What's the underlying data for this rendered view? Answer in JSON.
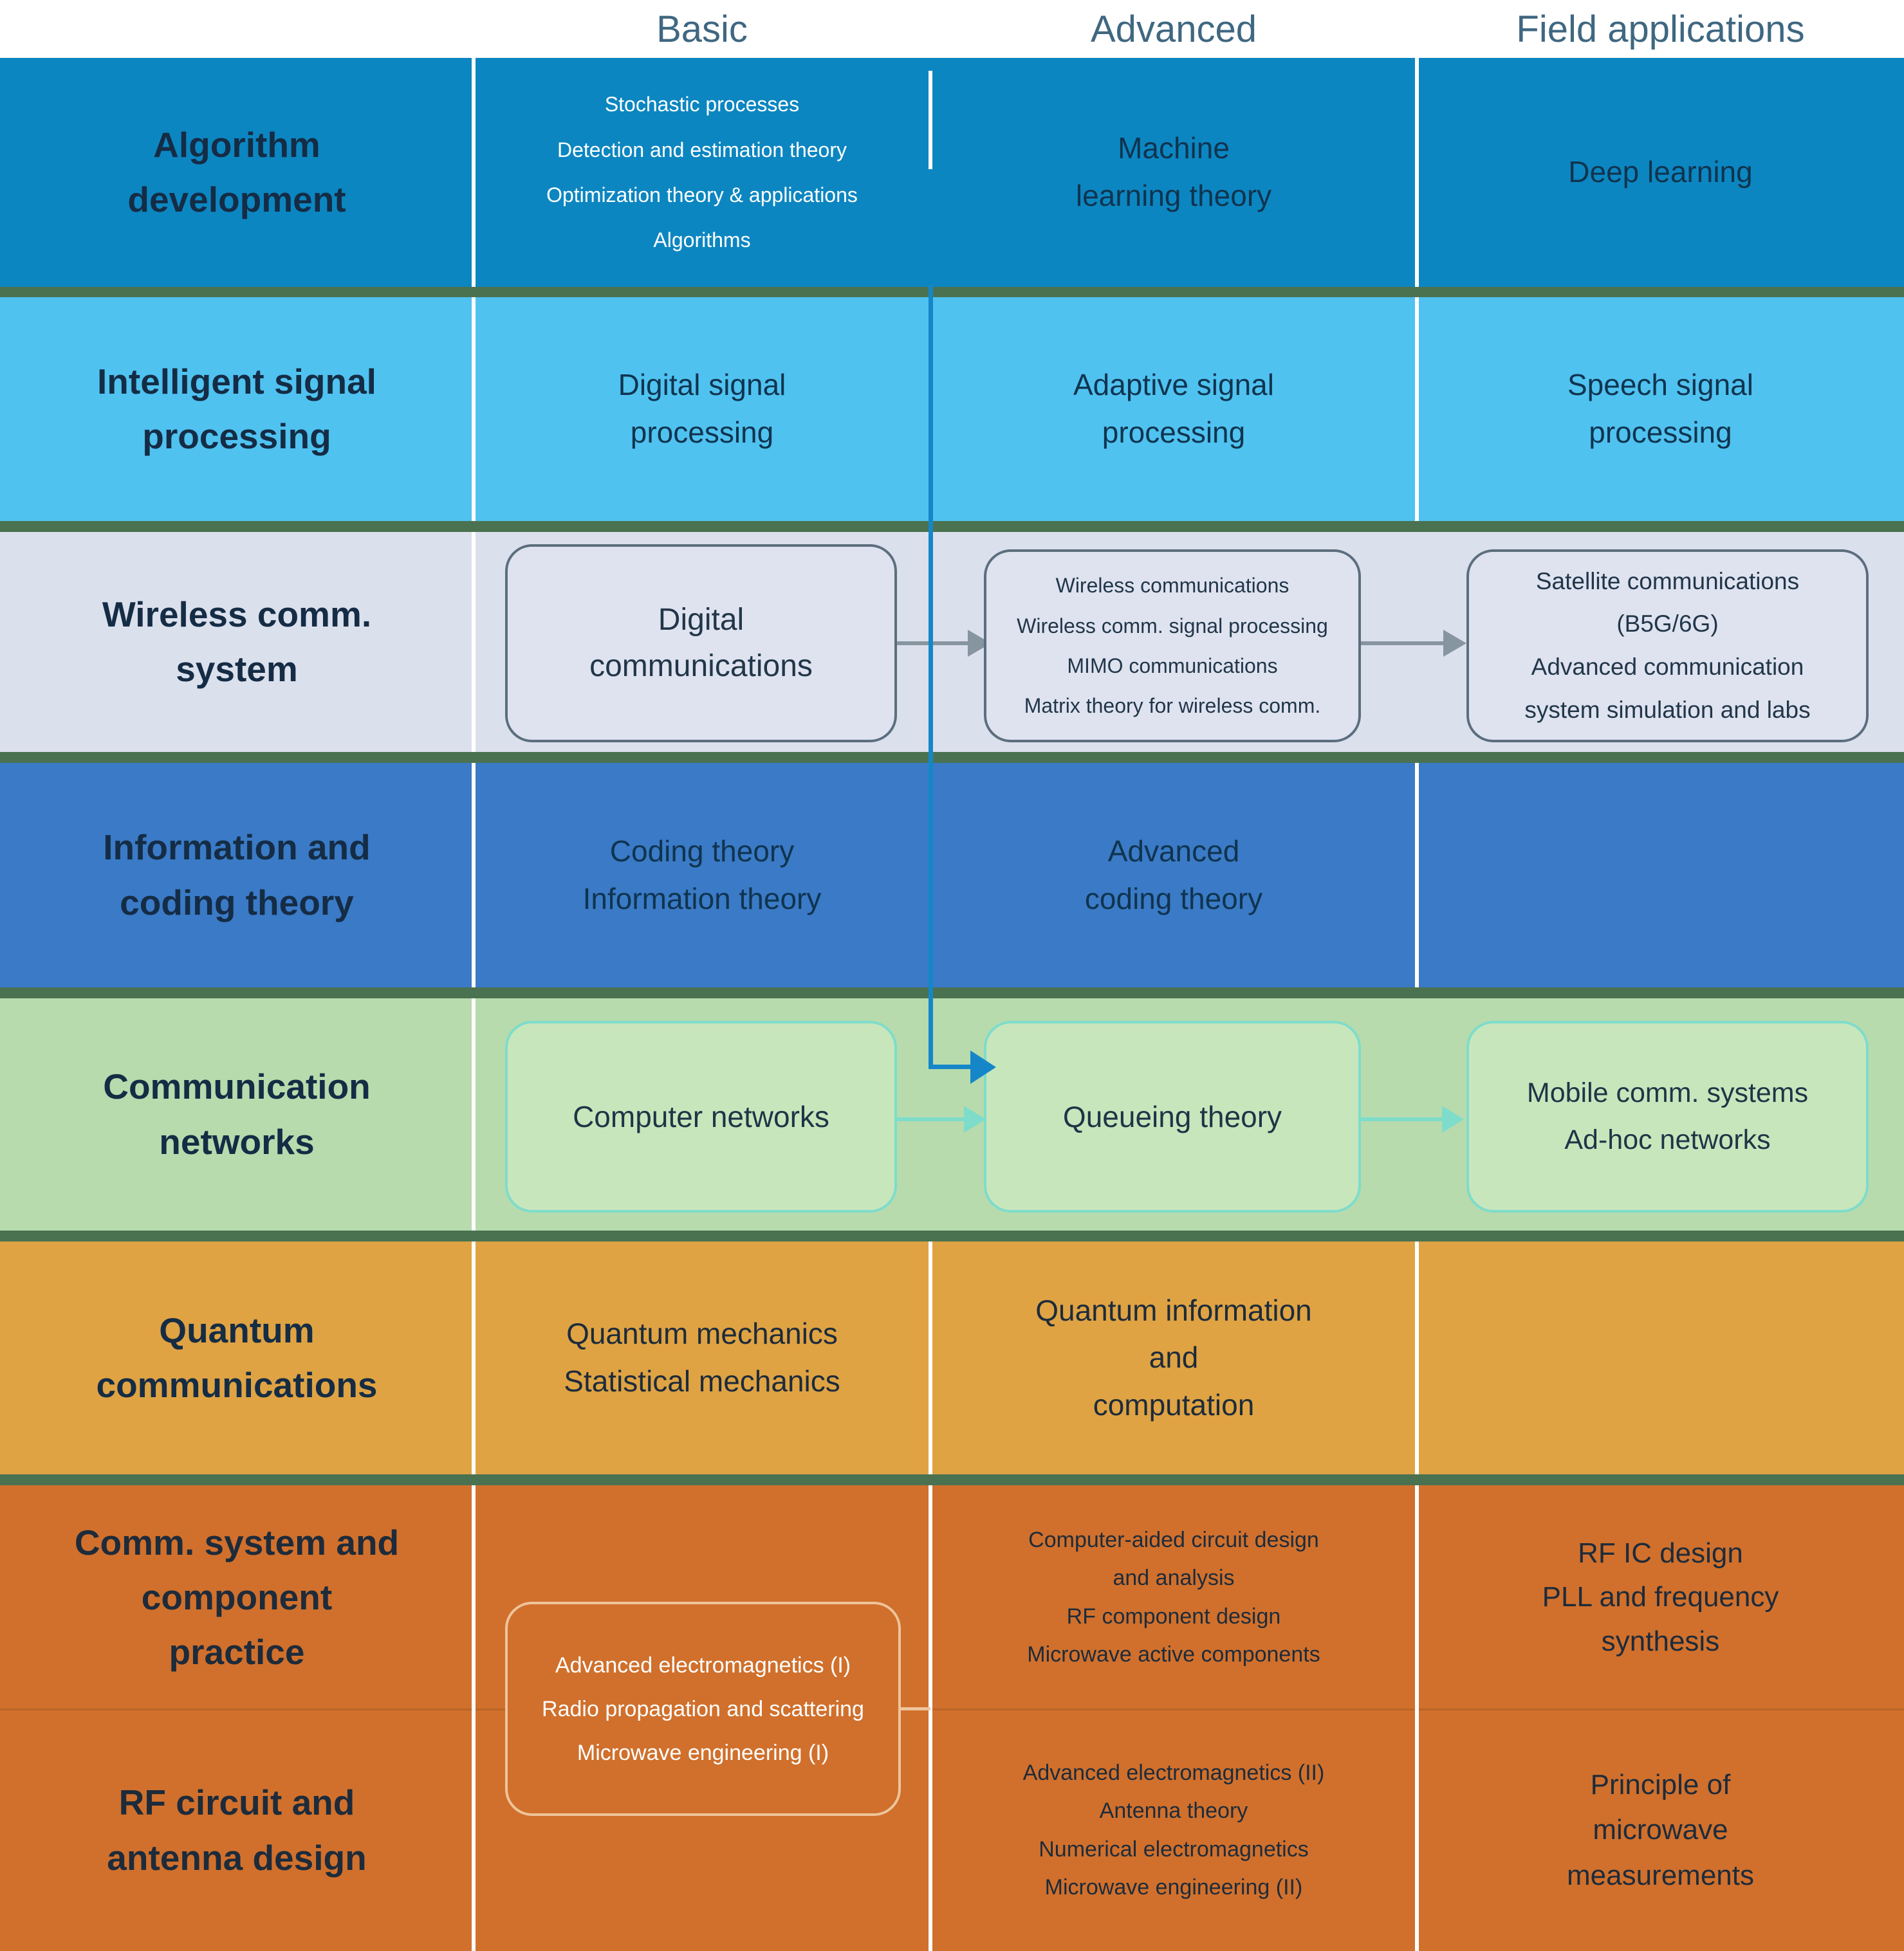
{
  "header": {
    "basic": "Basic",
    "advanced": "Advanced",
    "field": "Field applications"
  },
  "rows": [
    {
      "label": "Algorithm\ndevelopment",
      "basic": "Stochastic processes\nDetection and estimation theory\nOptimization theory & applications\nAlgorithms",
      "advanced": "Machine\nlearning theory",
      "field": "Deep learning"
    },
    {
      "label": "Intelligent signal\nprocessing",
      "basic": "Digital signal\nprocessing",
      "advanced": "Adaptive signal\nprocessing",
      "field": "Speech signal\nprocessing"
    },
    {
      "label": "Wireless comm.\nsystem",
      "basic": "Digital\ncommunications",
      "advanced": "Wireless communications\nWireless comm. signal processing\nMIMO communications\nMatrix theory for wireless comm.",
      "field": "Satellite communications\n(B5G/6G)\nAdvanced communication\nsystem simulation and labs"
    },
    {
      "label": "Information and\ncoding theory",
      "basic": "Coding theory\nInformation theory",
      "advanced": "Advanced\ncoding theory",
      "field": ""
    },
    {
      "label": "Communication\nnetworks",
      "basic": "Computer networks",
      "advanced": "Queueing theory",
      "field": "Mobile comm. systems\nAd-hoc networks"
    },
    {
      "label": "Quantum\ncommunications",
      "basic": "Quantum mechanics\nStatistical mechanics",
      "advanced": "Quantum information\nand\ncomputation",
      "field": ""
    },
    {
      "label": "Comm. system and\ncomponent\npractice",
      "basic": "",
      "advanced": "Computer-aided circuit design\nand analysis\nRF component design\nMicrowave active components",
      "field": "RF IC design\nPLL and frequency\nsynthesis"
    },
    {
      "label": "RF circuit and\nantenna design",
      "basic": "Advanced electromagnetics (I)\nRadio propagation and scattering\nMicrowave engineering (I)",
      "advanced": "Advanced electromagnetics (II)\nAntenna theory\nNumerical electromagnetics\nMicrowave engineering (II)",
      "field": "Principle of\nmicrowave\nmeasurements"
    }
  ],
  "colors": {
    "page_background": "#4a7250",
    "header_background": "#ffffff",
    "header_text": "#3f6781",
    "row_algorithm_development": "#0c86c1",
    "row_intelligent_signal_processing": "#4fc2f0",
    "row_wireless_comm_system": "#dbe0ed",
    "row_information_coding_theory": "#3a7ac6",
    "row_communication_networks": "#b7dbad",
    "row_quantum_communications": "#dfa343",
    "row_rf_orange": "#d0702c",
    "connector_blue": "#1587c8",
    "arrow_gray": "#8795a1",
    "arrow_mint": "#7edccb",
    "box_border_slate": "#5c6e7e",
    "box_border_peach": "#efc49b",
    "label_text": "#152c45"
  }
}
